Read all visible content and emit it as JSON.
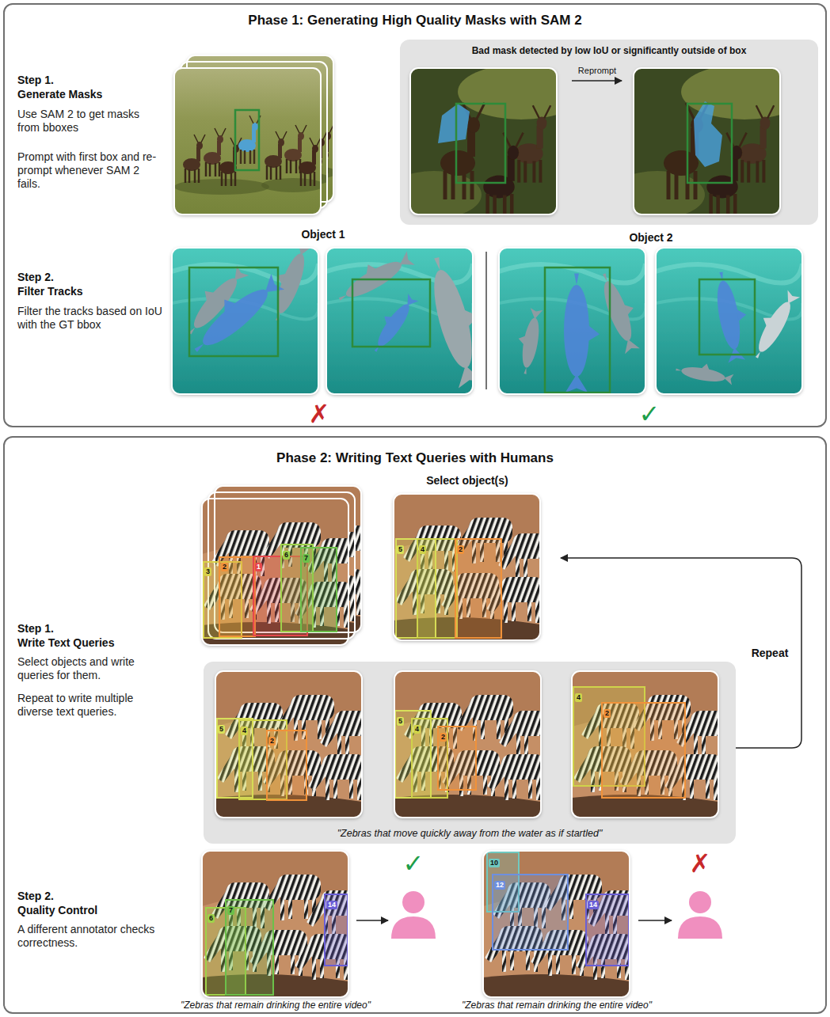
{
  "diagram": {
    "nodes": [
      {
        "text": [
          "Phase 1: Generating High Quality Masks with SAM 2"
        ]
      },
      {
        "text": [
          "Bad mask detected by low IoU or significantly outside of box"
        ],
        "in": 0
      },
      {
        "text": [
          "Phase 2: Writing Text Queries with Humans"
        ]
      },
      {
        "text": [
          "\"Zebras that move quickly away from the water as if startled\""
        ],
        "in": 2
      }
    ],
    "labels": [
      "Step 1.",
      "Generate Masks",
      "Use SAM 2 to get masks from bboxes",
      "Prompt with first box and re-prompt whenever SAM 2 fails.",
      "Reprompt",
      "Object 1",
      "Object 2",
      "Step 2.",
      "Filter Tracks",
      "Filter the tracks based on IoU with the GT bbox",
      "✗",
      "✓",
      "Select object(s)",
      "Step 1.",
      "Write Text Queries",
      "Select objects and write queries for them.",
      "Repeat to write multiple diverse text queries.",
      "Repeat",
      "Step 2.",
      "Quality Control",
      "A different annotator checks correctness.",
      "✓",
      "✗",
      "\"Zebras that remain drinking the entire video\"",
      "\"Zebras that remain drinking the entire video\"",
      "3",
      "2",
      "1",
      "6",
      "7",
      "5",
      "4",
      "2",
      "5",
      "4",
      "2",
      "5",
      "4",
      "2",
      "4",
      "2",
      "6",
      "7",
      "14",
      "10",
      "12",
      "14"
    ]
  }
}
